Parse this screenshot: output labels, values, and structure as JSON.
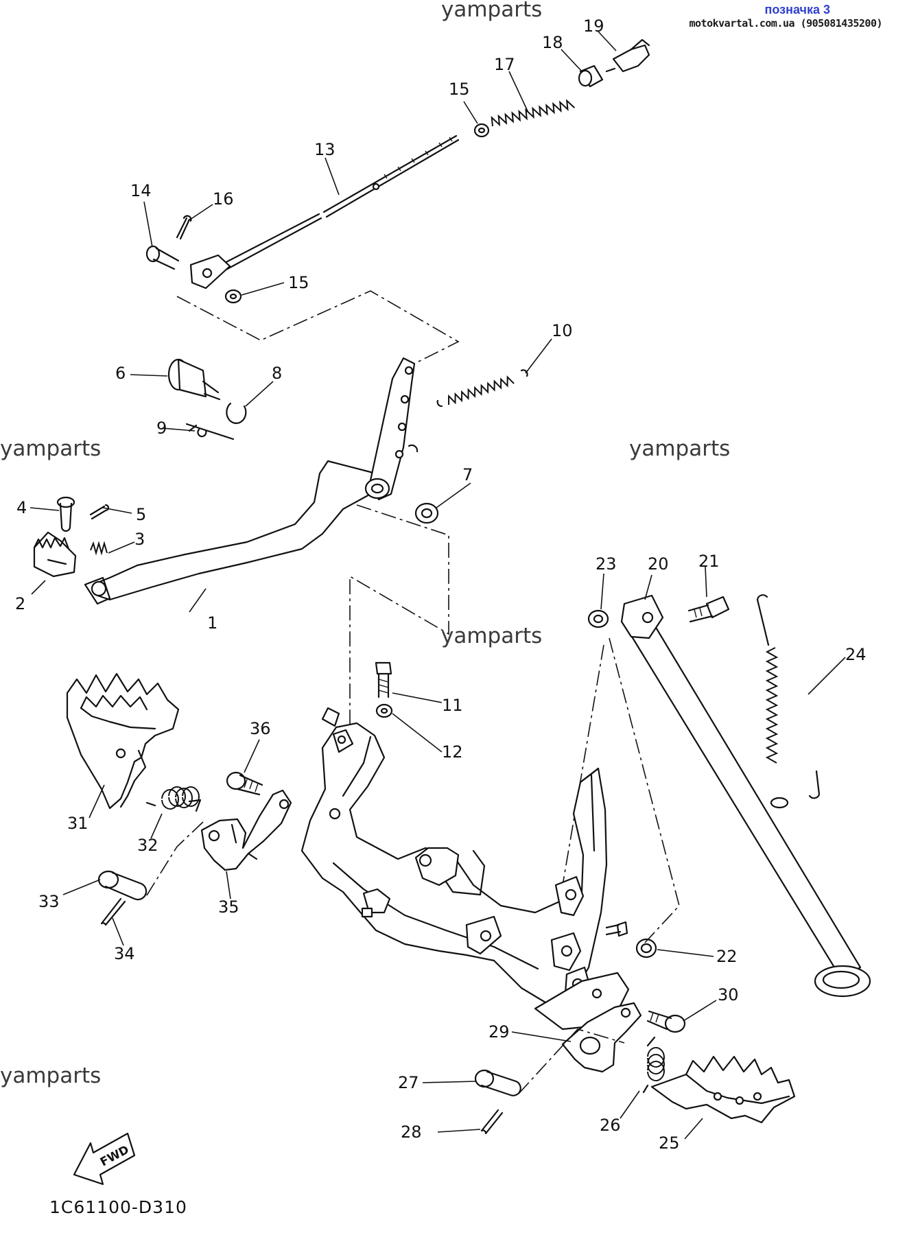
{
  "header": {
    "tag": "позначка 3",
    "site": "motokvartal.com.ua (905081435200)"
  },
  "watermarks": [
    "yamparts",
    "yamparts",
    "yamparts",
    "yamparts",
    "yamparts"
  ],
  "diagram_code": "1C61100-D310",
  "fwd_label": "FWD",
  "callouts": [
    "1",
    "2",
    "3",
    "4",
    "5",
    "6",
    "7",
    "8",
    "9",
    "10",
    "11",
    "12",
    "13",
    "14",
    "15",
    "15",
    "16",
    "17",
    "18",
    "19",
    "20",
    "21",
    "22",
    "23",
    "24",
    "25",
    "26",
    "27",
    "28",
    "29",
    "30",
    "31",
    "32",
    "33",
    "34",
    "35",
    "36"
  ]
}
